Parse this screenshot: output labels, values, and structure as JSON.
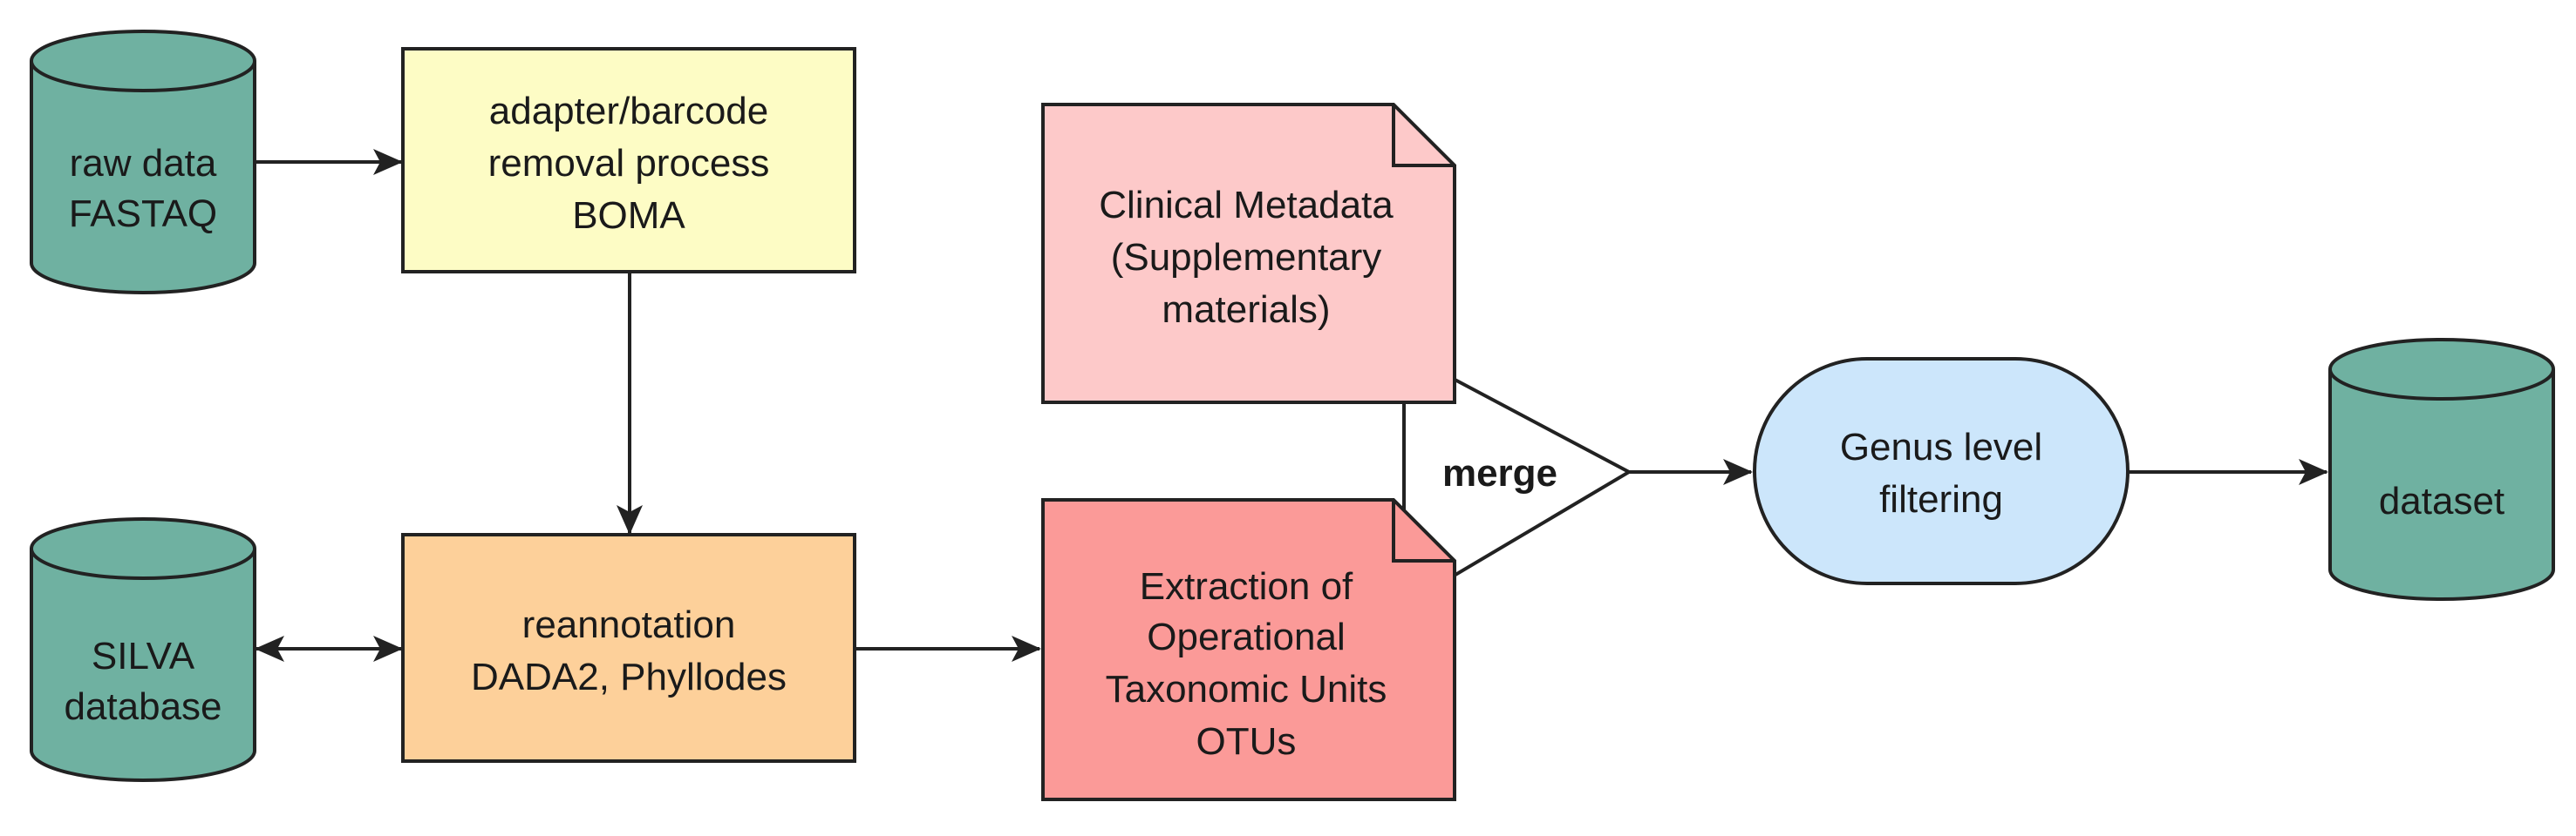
{
  "colors": {
    "cylinder_fill": "#6fb1a1",
    "cylinder_top": "#8cc5b6",
    "stroke": "#222222",
    "adapter_fill": "#fdfcc5",
    "reannotation_fill": "#fdd09a",
    "clinical_fill": "#fdc9c9",
    "extraction_fill": "#fb9a98",
    "genus_fill": "#cce6fb",
    "merge_fill": "#ffffff"
  },
  "nodes": {
    "raw_data": {
      "line1": "raw data",
      "line2": "FASTAQ"
    },
    "silva": {
      "line1": "SILVA",
      "line2": "database"
    },
    "adapter": {
      "line1": "adapter/barcode",
      "line2": "removal process",
      "line3": "BOMA"
    },
    "reannotation": {
      "line1": "reannotation",
      "line2": "DADA2, Phyllodes"
    },
    "clinical": {
      "line1": "Clinical Metadata",
      "line2": "(Supplementary",
      "line3": "materials)"
    },
    "extraction": {
      "line1": "Extraction of",
      "line2": "Operational",
      "line3": "Taxonomic Units",
      "line4": "OTUs"
    },
    "merge": {
      "label": "merge"
    },
    "genus": {
      "line1": "Genus level",
      "line2": "filtering"
    },
    "dataset": {
      "line1": "dataset"
    }
  }
}
